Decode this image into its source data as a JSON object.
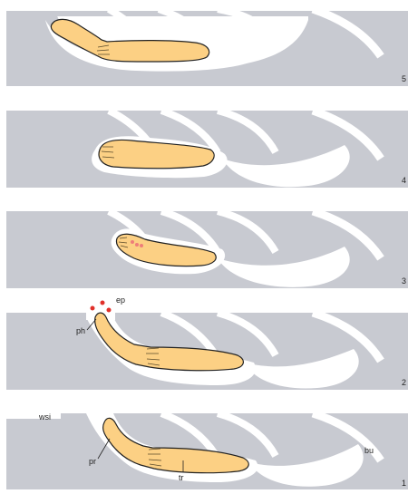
{
  "colors": {
    "background": "#ffffff",
    "tissue": "#c8cad1",
    "lumen": "#ffffff",
    "outline": "#222222",
    "structure_fill": "#fcd084",
    "signal_dot": "#e0302a",
    "faint_dot": "#ee7d7a"
  },
  "labels": {
    "ep": "ep",
    "ph": "ph",
    "wsi": "wsi",
    "bu": "bu",
    "pr": "pr",
    "tr": "tr"
  },
  "stage_numbers": [
    "5",
    "4",
    "3",
    "2",
    "1"
  ]
}
